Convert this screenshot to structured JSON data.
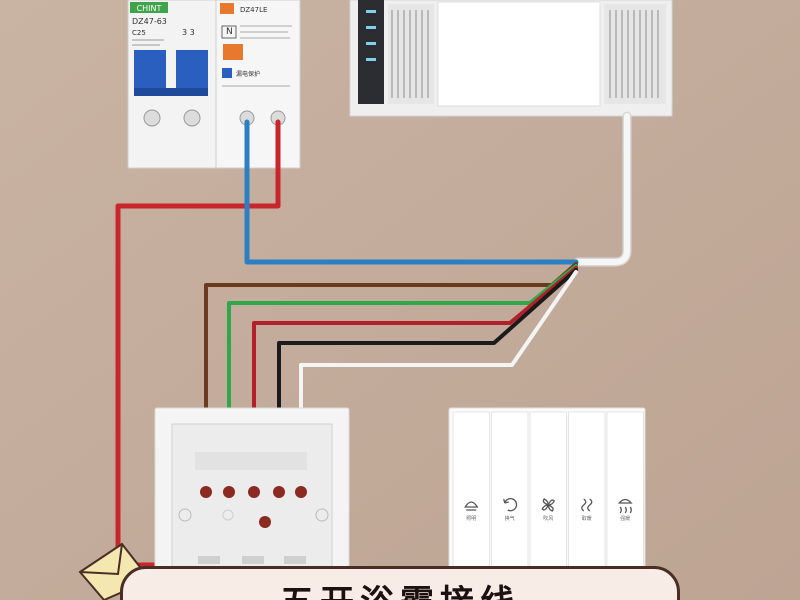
{
  "breaker": {
    "brand": "CHINT",
    "left_model": "DZ47-63",
    "left_rating": "C25",
    "left_poles": "3 3",
    "right_model": "DZ47LE",
    "right_mark": "N",
    "right_test_label": "漏电保护"
  },
  "heater": {
    "name": "bath-heater-panel"
  },
  "wires": [
    {
      "name": "live-red",
      "color": "#c8262d"
    },
    {
      "name": "neutral-blue",
      "color": "#2c7fc2"
    },
    {
      "name": "brown",
      "color": "#6b3b20"
    },
    {
      "name": "green",
      "color": "#2fa74a"
    },
    {
      "name": "red",
      "color": "#b3202a"
    },
    {
      "name": "black",
      "color": "#1b1b1b"
    },
    {
      "name": "white",
      "color": "#f4f4f4"
    }
  ],
  "switch_panel": {
    "buttons": [
      {
        "icon": "heat-lamp-icon",
        "label": "照明"
      },
      {
        "icon": "ventilation-icon",
        "label": "换气"
      },
      {
        "icon": "fan-icon",
        "label": "吹风"
      },
      {
        "icon": "warm-air-icon",
        "label": "取暖"
      },
      {
        "icon": "strong-heat-icon",
        "label": "强暖"
      }
    ]
  },
  "banner": {
    "title": "五开浴霸接线"
  }
}
